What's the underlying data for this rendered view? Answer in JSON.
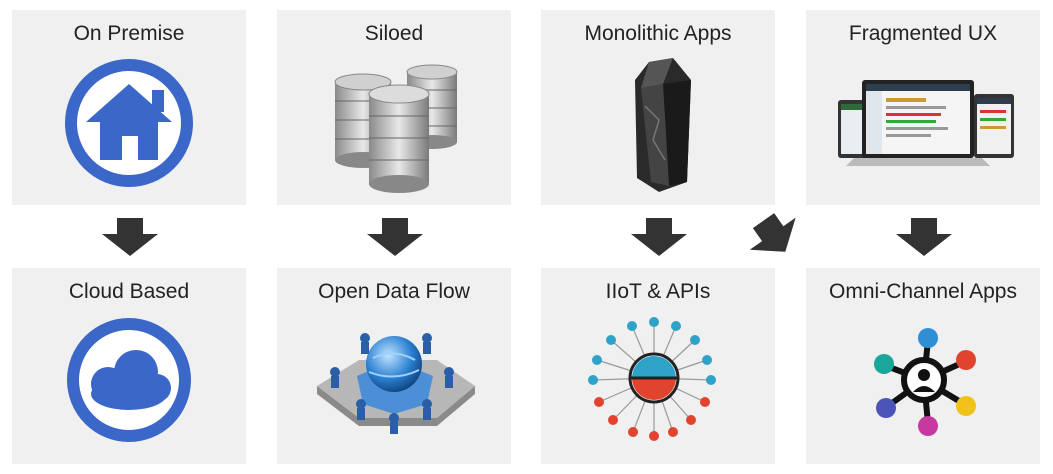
{
  "top_row": [
    {
      "label": "On Premise"
    },
    {
      "label": "Siloed"
    },
    {
      "label": "Monolithic Apps"
    },
    {
      "label": "Fragmented UX"
    }
  ],
  "bottom_row": [
    {
      "label": "Cloud Based"
    },
    {
      "label": "Open Data Flow"
    },
    {
      "label": "IIoT & APIs"
    },
    {
      "label": "Omni-Channel Apps"
    }
  ],
  "colors": {
    "card_bg": "#f0f0f0",
    "accent_blue": "#3b67c8",
    "arrow": "#333333"
  }
}
